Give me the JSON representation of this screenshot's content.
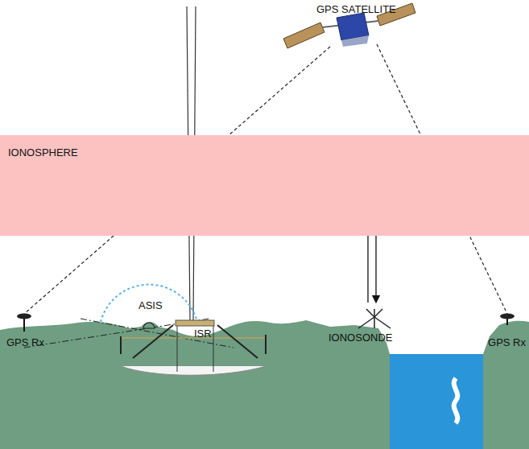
{
  "diagram": {
    "nodes": [
      {
        "text": [
          "IONOSPHERE"
        ]
      }
    ],
    "labels": [
      "GPS SATELLITE",
      "ASIS",
      "ISR",
      "IONOSONDE",
      "GPS Rx",
      "GPS Rx"
    ]
  }
}
